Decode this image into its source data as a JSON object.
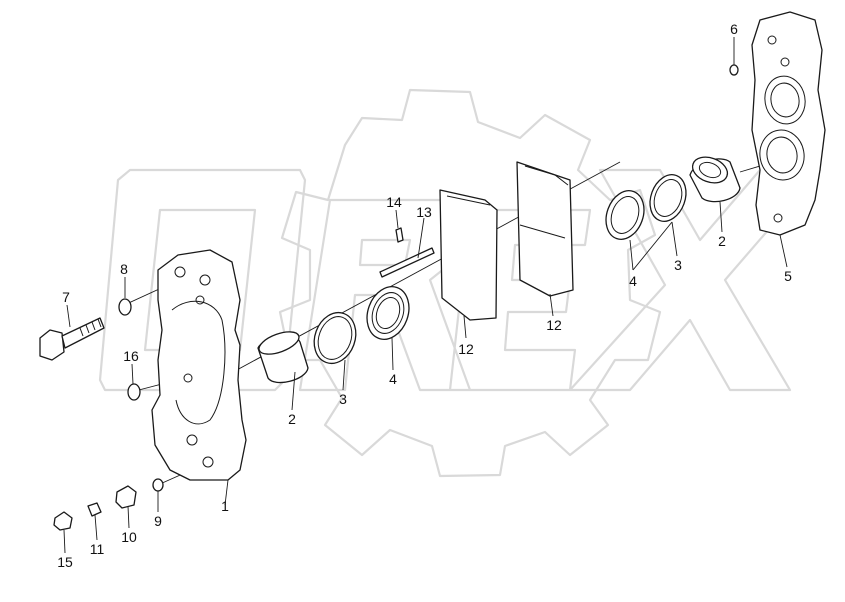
{
  "watermark_text": "OREX",
  "callouts": [
    {
      "id": "c7",
      "text": "7"
    },
    {
      "id": "c8",
      "text": "8"
    },
    {
      "id": "c16",
      "text": "16"
    },
    {
      "id": "c2a",
      "text": "2"
    },
    {
      "id": "c3a",
      "text": "3"
    },
    {
      "id": "c4a",
      "text": "4"
    },
    {
      "id": "c14",
      "text": "14"
    },
    {
      "id": "c13",
      "text": "13"
    },
    {
      "id": "c12a",
      "text": "12"
    },
    {
      "id": "c12b",
      "text": "12"
    },
    {
      "id": "c4b",
      "text": "4"
    },
    {
      "id": "c3b",
      "text": "3"
    },
    {
      "id": "c2b",
      "text": "2"
    },
    {
      "id": "c5",
      "text": "5"
    },
    {
      "id": "c6",
      "text": "6"
    },
    {
      "id": "c1",
      "text": "1"
    },
    {
      "id": "c9",
      "text": "9"
    },
    {
      "id": "c10",
      "text": "10"
    },
    {
      "id": "c11",
      "text": "11"
    },
    {
      "id": "c15",
      "text": "15"
    }
  ]
}
